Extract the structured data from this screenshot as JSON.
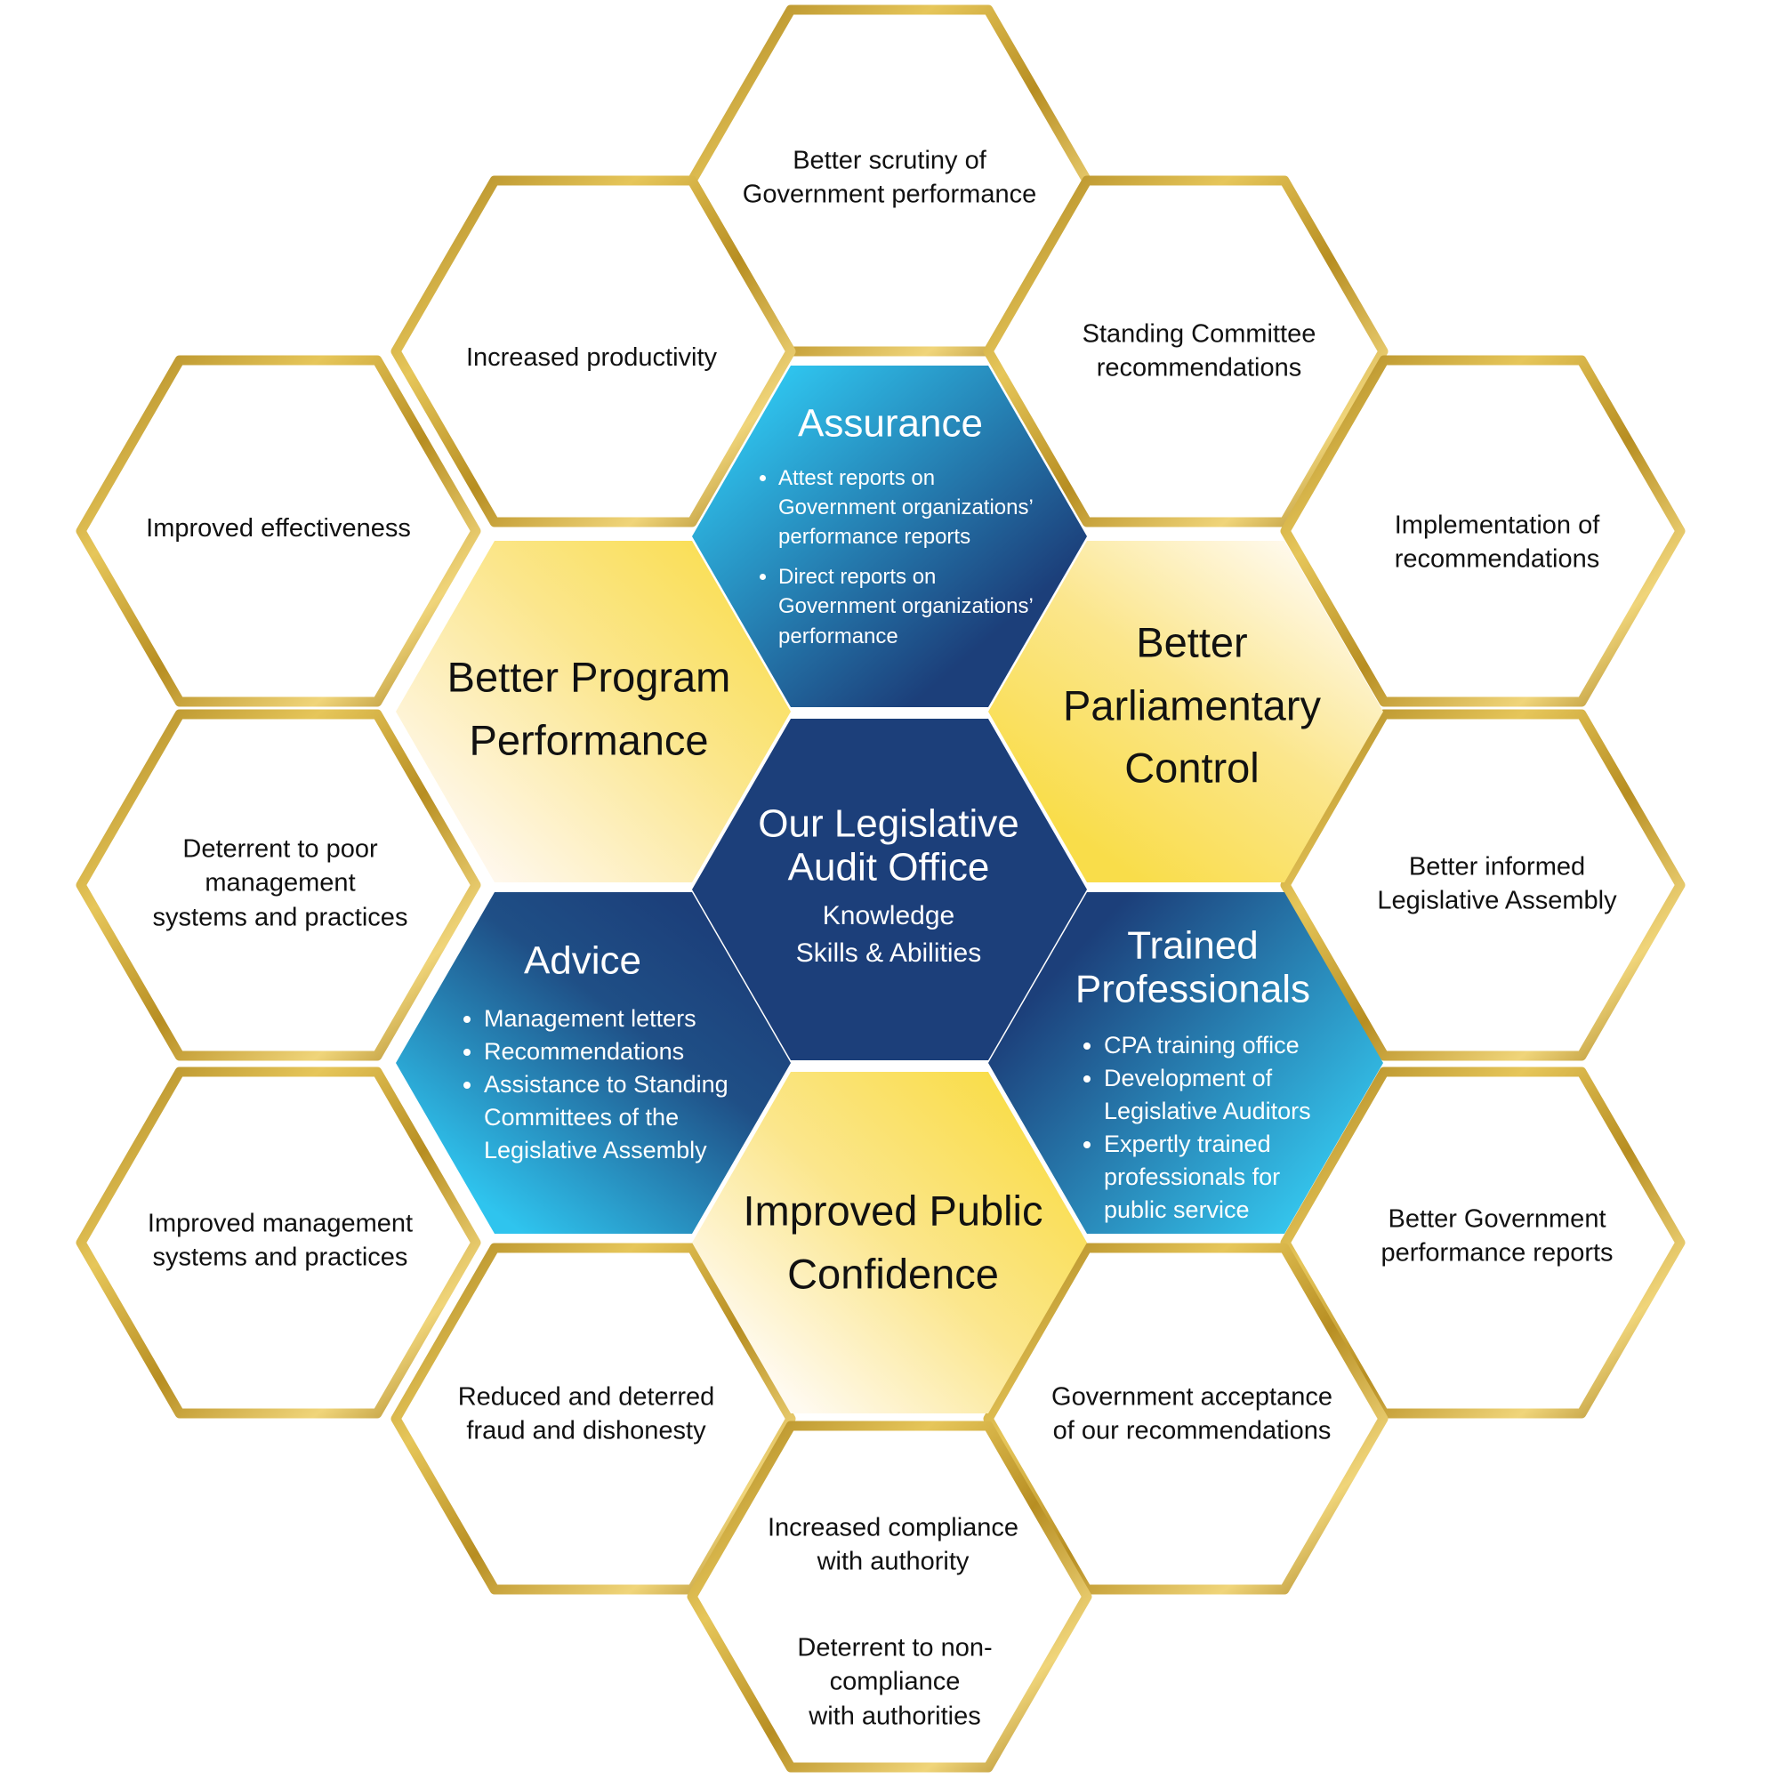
{
  "colors": {
    "gold_stroke": "#c9a227",
    "gold_light": "#fbe58a",
    "yellow": "#f9dd4a",
    "cream": "#fff8e6",
    "navy": "#1c3f7a",
    "cyan": "#2fc4ee",
    "text_dark": "#111111",
    "text_light": "#ffffff"
  },
  "center": {
    "title": "Our Legislative\nAudit Office",
    "subtitle": "Knowledge\nSkills & Abilities"
  },
  "assurance": {
    "title": "Assurance",
    "bullets": [
      "Attest reports on\nGovernment organizations’\nperformance reports",
      "Direct reports on\nGovernment organizations’\nperformance"
    ]
  },
  "advice": {
    "title": "Advice",
    "bullets": [
      "Management letters",
      "Recommendations",
      "Assistance to Standing\nCommittees of the\nLegislative Assembly"
    ]
  },
  "trained": {
    "title": "Trained\nProfessionals",
    "bullets": [
      "CPA training office",
      "Development of\nLegislative Auditors",
      "Expertly trained\nprofessionals for\npublic service"
    ]
  },
  "outcomes": {
    "program": "Better Program\nPerformance",
    "parliamentary": "Better\nParliamentary\nControl",
    "confidence": "Improved Public\nConfidence"
  },
  "outer": {
    "scrutiny": "Better scrutiny of\nGovernment performance",
    "productivity": "Increased productivity",
    "committee": "Standing Committee\nrecommendations",
    "effectiveness": "Improved effectiveness",
    "implementation": "Implementation of\nrecommendations",
    "deterrent_poor": "Deterrent to poor\nmanagement\nsystems and practices",
    "informed": "Better informed\nLegislative Assembly",
    "improved_mgmt": "Improved management\nsystems and practices",
    "gov_reports": "Better Government\nperformance reports",
    "fraud": "Reduced and deterred\nfraud and dishonesty",
    "acceptance": "Government acceptance\nof our recommendations",
    "compliance": "Increased compliance\nwith authority",
    "deterrent_non": "Deterrent to non-\ncompliance\nwith authorities"
  }
}
